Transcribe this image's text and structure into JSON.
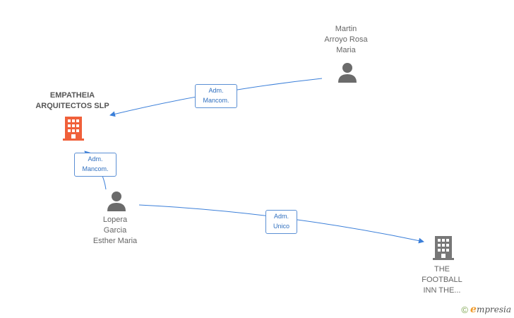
{
  "nodes": {
    "martin": {
      "label": "Martin\nArroyo Rosa\nMaria",
      "icon": "person-icon"
    },
    "empatheia": {
      "label": "EMPATHEIA\nARQUITECTOS SLP",
      "icon": "building-icon",
      "color": "#f0603a"
    },
    "lopera": {
      "label": "Lopera\nGarcia\nEsther Maria",
      "icon": "person-icon"
    },
    "football": {
      "label": "THE\nFOOTBALL\nINN THE...",
      "icon": "building-icon",
      "color": "#777777"
    }
  },
  "edges": [
    {
      "from": "martin",
      "to": "empatheia",
      "label": "Adm.\nMancom."
    },
    {
      "from": "lopera",
      "to": "empatheia",
      "label": "Adm.\nMancom."
    },
    {
      "from": "lopera",
      "to": "football",
      "label": "Adm.\nUnico"
    }
  ],
  "colors": {
    "edge": "#3b7fd9",
    "person": "#6b6b6b"
  },
  "brand": {
    "copyright": "©",
    "e": "e",
    "name": "mpresia"
  }
}
